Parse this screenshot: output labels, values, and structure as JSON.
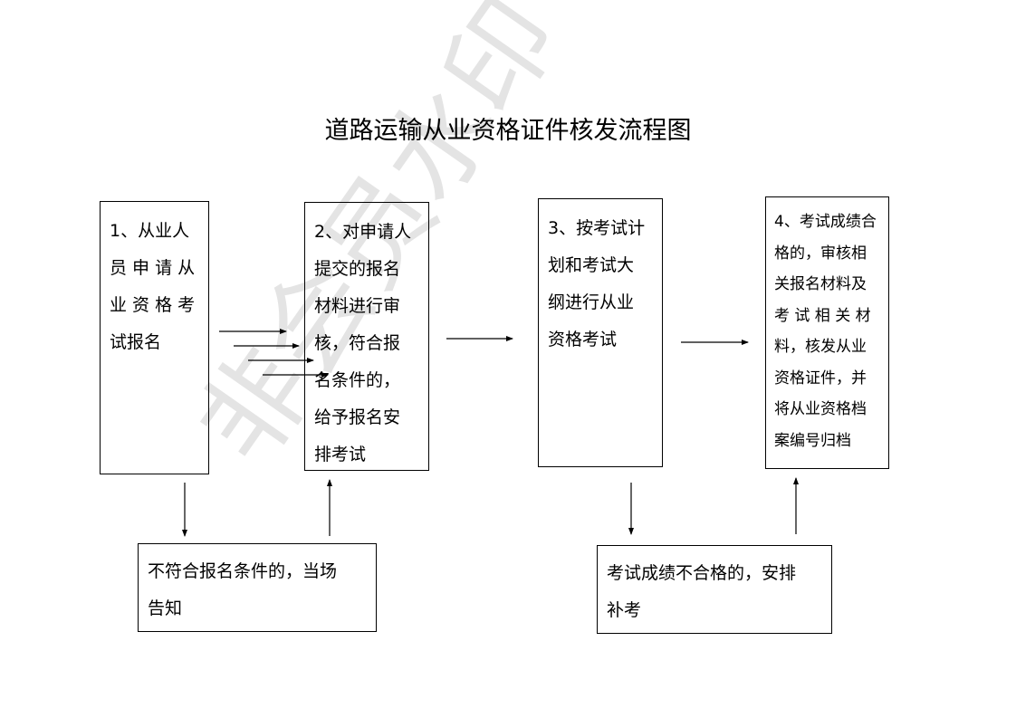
{
  "title": "道路运输从业资格证件核发流程图",
  "watermark": "非会员水印",
  "steps": [
    {
      "lines": [
        "1、从业人",
        "员 申 请 从",
        "业 资 格 考",
        "试报名"
      ]
    },
    {
      "lines": [
        "2、对申请人",
        "提交的报名",
        "材料进行审",
        "核，符合报",
        "名条件的，",
        "给予报名安",
        "排考试"
      ]
    },
    {
      "lines": [
        "3、按考试计",
        "划和考试大",
        "纲进行从业",
        "资格考试"
      ]
    },
    {
      "lines": [
        "4、考试成绩合",
        "格的，审核相",
        "关报名材料及",
        "考 试 相 关 材",
        "料，核发从业",
        "资格证件，并",
        "将从业资格档",
        "案编号归档"
      ]
    }
  ],
  "notes": [
    {
      "lines": [
        "不符合报名条件的，当场",
        "告知"
      ]
    },
    {
      "lines": [
        "考试成绩不合格的，安排",
        "补考"
      ]
    }
  ]
}
